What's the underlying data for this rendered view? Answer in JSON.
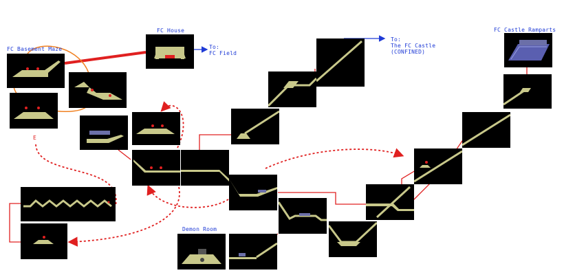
{
  "labels": {
    "fc_house": "FC House",
    "to_fc_field": "To:\nFC Field",
    "to_fc_castle": "To:\nThe FC Castle\n(CONFINED)",
    "fc_basement_maze": "FC Basement Maze",
    "fc_castle_ramparts": "FC Castle Ramparts",
    "demon_room": "Demon Room",
    "marker_e": "E"
  },
  "colors": {
    "background": "#ffffff",
    "room": "#000000",
    "terrain": "#c8c88a",
    "path_red": "#e02020",
    "loop_orange": "#f08020",
    "label_blue": "#1f3bd6"
  }
}
